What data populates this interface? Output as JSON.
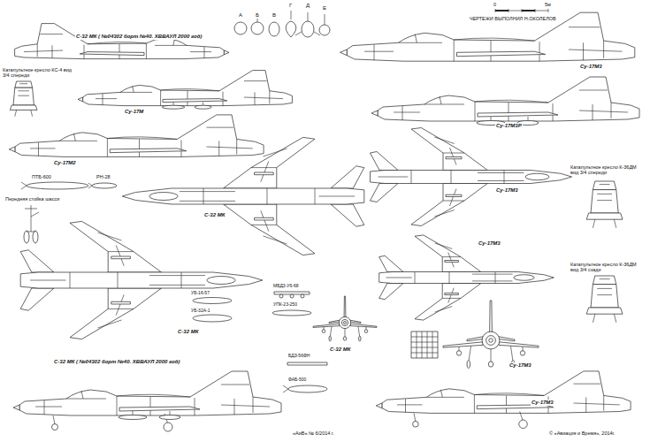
{
  "diagram": {
    "labels": [
      "С-32 МК ( №04302 борт №40. ХВВАУЛ 2000 год)",
      "А",
      "Б",
      "В",
      "Г",
      "Д",
      "Е",
      "Су-17М",
      "Катапультное кресло КС-4 вид 3/4 спереди",
      "Су-17М2",
      "Су-17М3",
      "0",
      "5м",
      "ЧЕРТЕЖИ ВЫПОЛНИЛ Н.ОКОЛЕЛОВ",
      "Су-17М3Р",
      "Су-17М3",
      "Передняя стойка шасси",
      "ПТБ-600",
      "РН-28",
      "С-32 МК",
      "Катапультное кресло К-36ДМ вид 3/4 спереди",
      "Су-17М3",
      "УБ-16-57",
      "УБ-32А-1",
      "С-32 МК",
      "МБД3-У6-68",
      "УПК-23-250",
      "С-32 МК",
      "Катапультное кресло К-36ДМ вид 3/4 сзади",
      "Су-17М3",
      "Су-17М3",
      "С-32 МК ( №04302 борт №40. ХВВАУЛ 2000 год)",
      "БДЗ-56ФН",
      "ФАБ-500",
      "«АиВ» № 6/2014 г.",
      "© «Авиация и Время», 2014г."
    ]
  }
}
